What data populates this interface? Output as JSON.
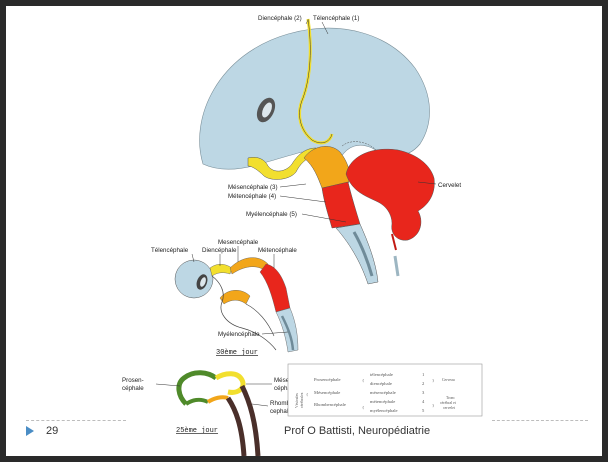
{
  "slide": {
    "page_number": "29",
    "footer": "Prof O Battisti, Neuropédiatrie"
  },
  "colors": {
    "telencephale": "#bdd7e4",
    "diencephale": "#f2df2e",
    "mesencephale": "#f2a61a",
    "metencephale": "#e8261c",
    "myelencephale": "#bdd7e4",
    "prosencephale": "#4f8a2a",
    "rhombencephale": "#4a2f2a",
    "bullet": "#4a8dc5"
  },
  "top_figure": {
    "labels": {
      "diencephale": "Diencéphale (2)",
      "telencephale": "Télencéphale (1)",
      "cervelet": "Cervelet",
      "mesencephale": "Mésencéphale (3)",
      "metencephale": "Métencéphale (4)",
      "myelencephale": "Myélencéphale (5)"
    }
  },
  "middle_figure": {
    "labels": {
      "mesencephale": "Mesencéphale",
      "telencephale": "Télencéphale",
      "diencephale": "Diencéphale",
      "metencephale": "Métencéphale",
      "myelencephale": "Myélencéphale"
    },
    "caption": "30ème jour"
  },
  "bottom_figure": {
    "labels": {
      "prosen_1": "Prosen-",
      "prosen_2": "céphale",
      "mesen_1": "Mésen-",
      "mesen_2": "céphale",
      "rhomben_1": "Rhomben-",
      "rhomben_2": "cephale"
    },
    "caption": "25ème jour"
  },
  "table": {
    "side_title_1": "Vésicules",
    "side_title_2": "cérébrales",
    "rows": [
      {
        "primary": "Prosencéphale",
        "secondary": "télencéphale",
        "num": "1",
        "result": "Cerveau"
      },
      {
        "primary": "",
        "secondary": "diencéphale",
        "num": "2",
        "result": ""
      },
      {
        "primary": "Mésencéphale",
        "secondary": "mésencéphale",
        "num": "3",
        "result": ""
      },
      {
        "primary": "Rhombencéphale",
        "secondary": "métencéphale",
        "num": "4",
        "result": "Tronc"
      },
      {
        "primary": "",
        "secondary": "myélencéphale",
        "num": "5",
        "result": "cérébral et"
      }
    ],
    "result_extra": "cervelet"
  }
}
